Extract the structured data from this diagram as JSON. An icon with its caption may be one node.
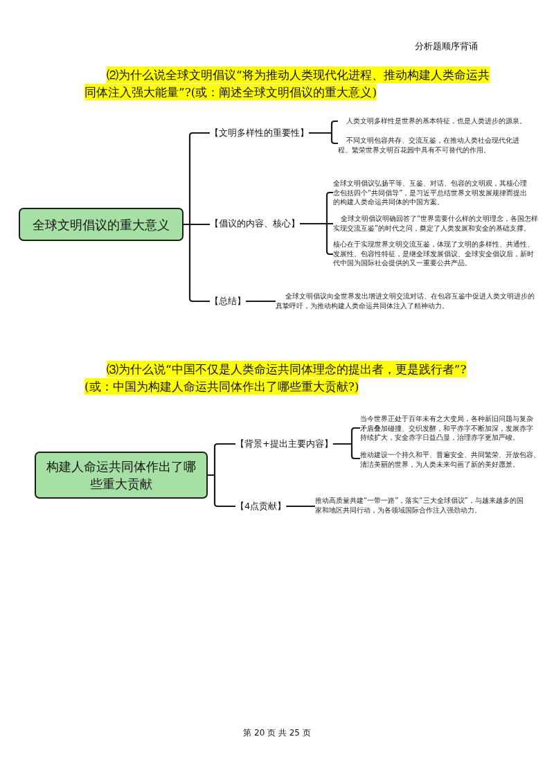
{
  "diagram": {
    "nodes": [
      {
        "text": [
          "全球文明倡议的重大意义"
        ]
      },
      {
        "text": [
          "【文明多样性的重要性】"
        ]
      },
      {
        "text": [
          "人类文明多样性是世界的基本特征，也是人类进步的源泉。"
        ]
      },
      {
        "text": [
          "不同文明包容共存、交流互鉴，在推动人类社会现代化进程、繁荣世界文明百花园中具有不可替代的作用。"
        ]
      },
      {
        "text": [
          "【倡议的内容、核心】"
        ]
      },
      {
        "text": [
          "全球文明倡议弘扬平等、互鉴、对话、包容的文明观，其核心理念包括四个“共同倡导”，是习近平总结世界文明发展规律而提出的构建人类命运共同体的中国方案。"
        ]
      },
      {
        "text": [
          "全球文明倡议明确回答了“世界需要什么样的文明理念，各国怎样实现交流互鉴”的时代之问，奠定了人类发展和安全的基础支撑。"
        ]
      },
      {
        "text": [
          "核心在于实现世界文明交流互鉴，体现了文明的多样性、共通性、发展性、包容性特征，是继全球发展倡议、全球安全倡议后，新时代中国为国际社会提供的又一重要公共产品。"
        ]
      },
      {
        "text": [
          "【总结】"
        ]
      },
      {
        "text": [
          "全球文明倡议向全世界发出增进文明交流对话、在包容互鉴中促进人类文明进步的真挚呼吁，为推动构建人类命运共同体注入了精神动力。"
        ]
      },
      {
        "text": [
          "构建人命运共同体作出了哪些重大贡献"
        ]
      },
      {
        "text": [
          "【背景+提出主要内容】"
        ]
      },
      {
        "text": [
          "当今世界正处于百年未有之大变局，各种新旧问题与复杂矛盾叠加碰撞、交织发酵，和平赤字不断加深，发展赤字持续扩大，安全赤字日益凸显，治理赤字更加严峻。"
        ]
      },
      {
        "text": [
          "推动建设一个持久和平、普遍安全、共同繁荣、开放包容、清洁美丽的世界，为人类未来勾画了新的美好愿景。"
        ]
      },
      {
        "text": [
          "【4点贡献】"
        ]
      },
      {
        "text": [
          "推动高质量共建“一带一路”，落实“三大全球倡议”，与越来越多的国家和地区共同行动，为各领域国际合作注入强劲动力。"
        ]
      }
    ],
    "edges": [
      {
        "from": 0,
        "to": 1,
        "arrow": "none"
      },
      {
        "from": 0,
        "to": 4,
        "arrow": "none"
      },
      {
        "from": 0,
        "to": 8,
        "arrow": "none"
      },
      {
        "from": 1,
        "to": 2,
        "arrow": "none"
      },
      {
        "from": 1,
        "to": 3,
        "arrow": "none"
      },
      {
        "from": 4,
        "to": 5,
        "arrow": "none"
      },
      {
        "from": 4,
        "to": 6,
        "arrow": "none"
      },
      {
        "from": 4,
        "to": 7,
        "arrow": "none"
      },
      {
        "from": 8,
        "to": 9,
        "arrow": "none"
      },
      {
        "from": 10,
        "to": 11,
        "arrow": "none"
      },
      {
        "from": 10,
        "to": 14,
        "arrow": "none"
      },
      {
        "from": 11,
        "to": 12,
        "arrow": "none"
      },
      {
        "from": 11,
        "to": 13,
        "arrow": "none"
      },
      {
        "from": 14,
        "to": 15,
        "arrow": "none"
      }
    ],
    "labels": [
      "分析题顺序背诵",
      "⑵为什么说全球文明倡议“将为推动人类现代化进程、推动构建人类命运共同体注入强大能量”?(或：阐述全球文明倡议的重大意义)",
      "⑶为什么说“中国不仅是人类命运共同体理念的提出者，更是践行者”?(或：中国为构建人命运共同体作出了哪些重大贡献?)",
      "第 20 页 共 25 页"
    ]
  }
}
